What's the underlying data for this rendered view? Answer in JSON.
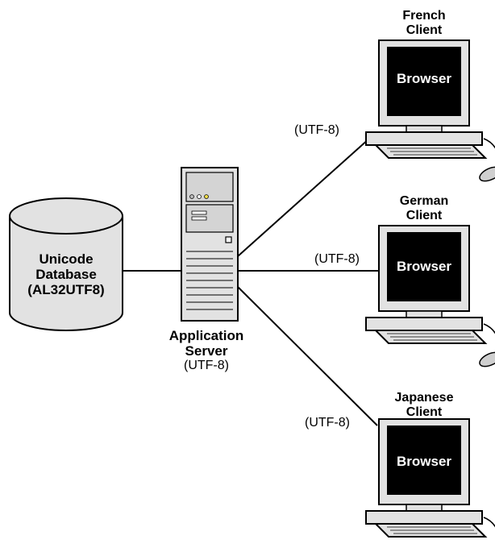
{
  "database": {
    "lines": [
      "Unicode",
      "Database",
      "(AL32UTF8)"
    ]
  },
  "server": {
    "title_lines": [
      "Application",
      "Server"
    ],
    "encoding": "(UTF-8)"
  },
  "clients": [
    {
      "title_lines": [
        "French",
        "Client"
      ],
      "screen_label": "Browser",
      "link_label": "(UTF-8)"
    },
    {
      "title_lines": [
        "German",
        "Client"
      ],
      "screen_label": "Browser",
      "link_label": "(UTF-8)"
    },
    {
      "title_lines": [
        "Japanese",
        "Client"
      ],
      "screen_label": "Browser",
      "link_label": "(UTF-8)"
    }
  ]
}
